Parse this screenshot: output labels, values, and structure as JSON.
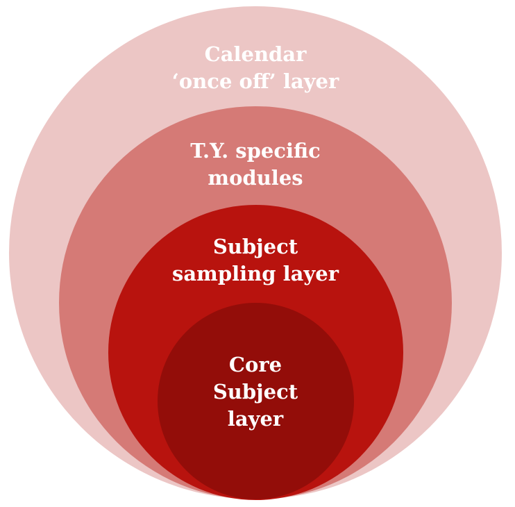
{
  "diagram": {
    "layers": [
      {
        "id": "outer",
        "lines": [
          "Calendar",
          "‘once off’ layer"
        ],
        "color": "#ecc6c5"
      },
      {
        "id": "ty",
        "lines": [
          "T.Y. specific",
          "modules"
        ],
        "color": "#d57a76"
      },
      {
        "id": "sample",
        "lines": [
          "Subject",
          "sampling layer"
        ],
        "color": "#b8130e"
      },
      {
        "id": "core",
        "lines": [
          "Core",
          "Subject",
          "layer"
        ],
        "color": "#930d09"
      }
    ]
  }
}
